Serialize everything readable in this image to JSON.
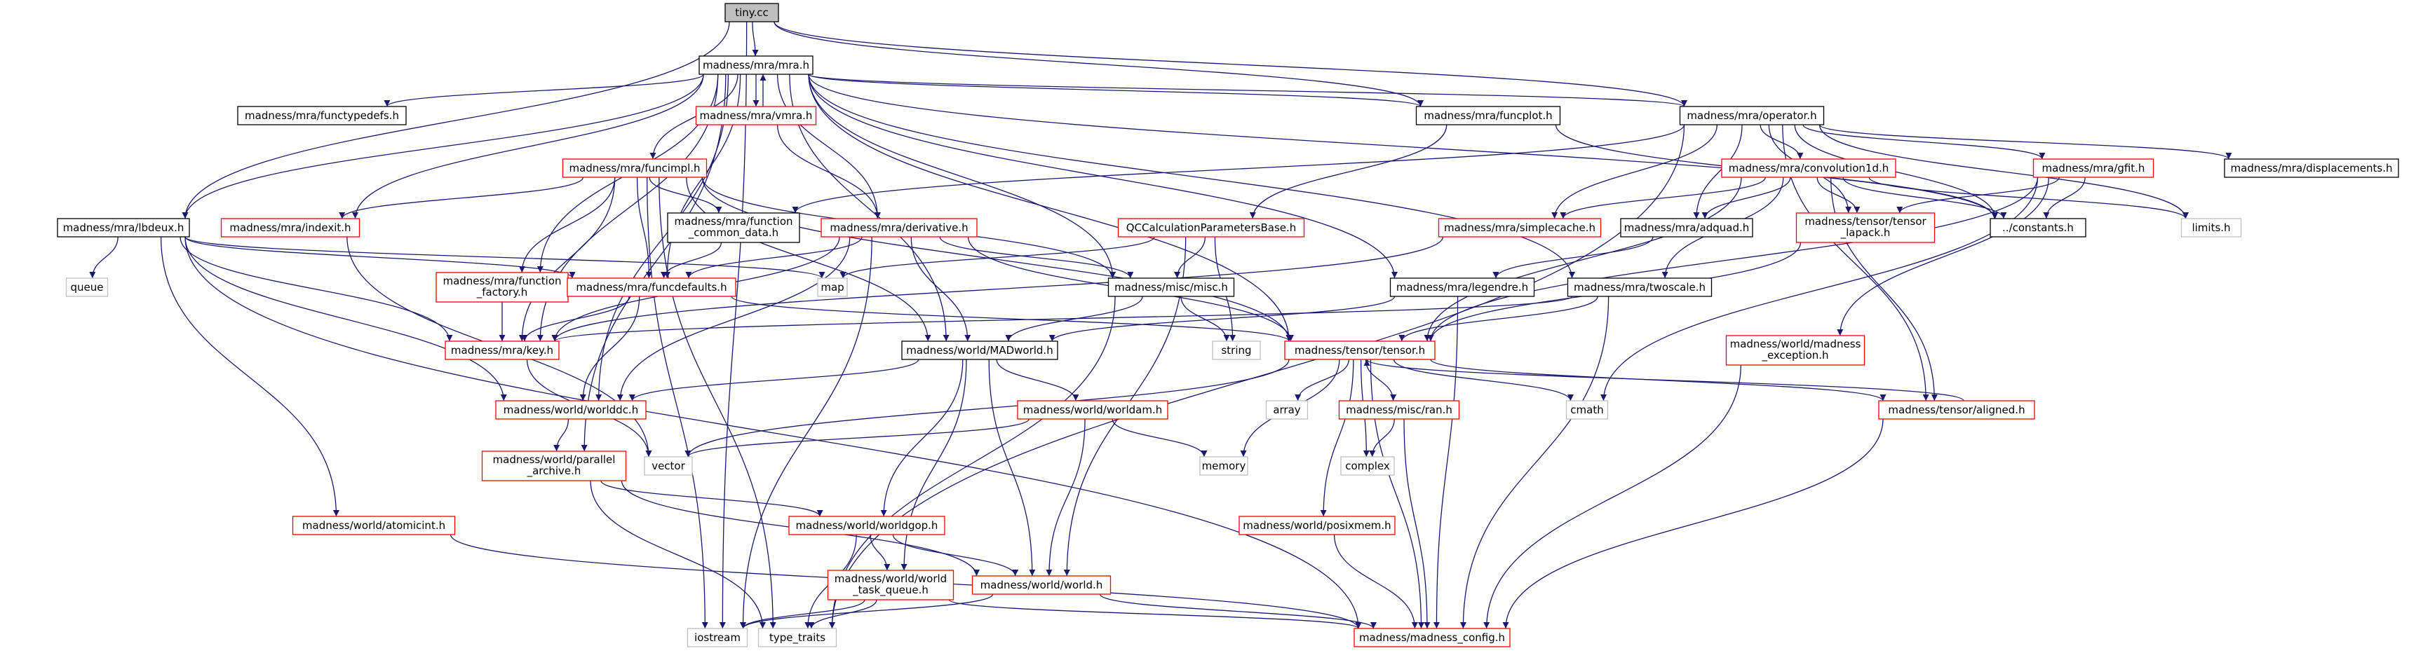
{
  "graph": {
    "root": "tiny.cc",
    "colors": {
      "edge": "#191970",
      "root_fill": "#bfbfbf",
      "root_border": "#000000",
      "black_border": "#000000",
      "red_border": "#ff0000",
      "gray_border": "#bfbfbf",
      "text": "#000000"
    },
    "nodes": [
      {
        "id": "tiny",
        "label": "tiny.cc",
        "border": "root"
      },
      {
        "id": "mra",
        "label": "madness/mra/mra.h",
        "border": "black"
      },
      {
        "id": "functypedefs",
        "label": "madness/mra/functypedefs.h",
        "border": "black"
      },
      {
        "id": "vmra",
        "label": "madness/mra/vmra.h",
        "border": "red"
      },
      {
        "id": "funcplot",
        "label": "madness/mra/funcplot.h",
        "border": "black"
      },
      {
        "id": "operator",
        "label": "madness/mra/operator.h",
        "border": "black"
      },
      {
        "id": "funcimpl",
        "label": "madness/mra/funcimpl.h",
        "border": "red"
      },
      {
        "id": "convolution1d",
        "label": "madness/mra/convolution1d.h",
        "border": "red"
      },
      {
        "id": "gfit",
        "label": "madness/mra/gfit.h",
        "border": "red"
      },
      {
        "id": "displacements",
        "label": "madness/mra/displacements.h",
        "border": "black"
      },
      {
        "id": "mraimpl",
        "label": "madness/mra/lbdeux.h",
        "border": "black"
      },
      {
        "id": "indexit",
        "label": "madness/mra/indexit.h",
        "border": "red"
      },
      {
        "id": "function_common_data",
        "label": [
          "madness/mra/function",
          "_common_data.h"
        ],
        "border": "black"
      },
      {
        "id": "derivative",
        "label": "madness/mra/derivative.h",
        "border": "red"
      },
      {
        "id": "qccalc",
        "label": "QCCalculationParametersBase.h",
        "border": "red"
      },
      {
        "id": "simplecache",
        "label": "madness/mra/simplecache.h",
        "border": "red"
      },
      {
        "id": "adquad",
        "label": "madness/mra/adquad.h",
        "border": "black"
      },
      {
        "id": "tensor_lapack",
        "label": [
          "madness/tensor/tensor",
          "_lapack.h"
        ],
        "border": "red"
      },
      {
        "id": "constants",
        "label": "../constants.h",
        "border": "black"
      },
      {
        "id": "limits",
        "label": "limits.h",
        "border": "gray"
      },
      {
        "id": "queue",
        "label": "queue",
        "border": "gray"
      },
      {
        "id": "function_factory",
        "label": [
          "madness/mra/function",
          "_factory.h"
        ],
        "border": "red"
      },
      {
        "id": "funcdefaults",
        "label": "madness/mra/funcdefaults.h",
        "border": "red"
      },
      {
        "id": "map",
        "label": "map",
        "border": "gray"
      },
      {
        "id": "misc",
        "label": "madness/misc/misc.h",
        "border": "black"
      },
      {
        "id": "legendre",
        "label": "madness/mra/legendre.h",
        "border": "black"
      },
      {
        "id": "twoscale",
        "label": "madness/mra/twoscale.h",
        "border": "black"
      },
      {
        "id": "key",
        "label": "madness/mra/key.h",
        "border": "red"
      },
      {
        "id": "string",
        "label": "string",
        "border": "gray"
      },
      {
        "id": "madworld",
        "label": "madness/world/MADworld.h",
        "border": "black"
      },
      {
        "id": "tensor",
        "label": "madness/tensor/tensor.h",
        "border": "red"
      },
      {
        "id": "madness_exception",
        "label": [
          "madness/world/madness",
          "_exception.h"
        ],
        "border": "red"
      },
      {
        "id": "worlddc",
        "label": "madness/world/worlddc.h",
        "border": "red"
      },
      {
        "id": "worldam",
        "label": "madness/world/worldam.h",
        "border": "red"
      },
      {
        "id": "array",
        "label": "array",
        "border": "gray"
      },
      {
        "id": "ran",
        "label": "madness/misc/ran.h",
        "border": "red"
      },
      {
        "id": "cmath",
        "label": "cmath",
        "border": "gray"
      },
      {
        "id": "aligned",
        "label": "madness/tensor/aligned.h",
        "border": "red"
      },
      {
        "id": "vector",
        "label": "vector",
        "border": "gray"
      },
      {
        "id": "memory",
        "label": "memory",
        "border": "gray"
      },
      {
        "id": "complex",
        "label": "complex",
        "border": "gray"
      },
      {
        "id": "parallel_archive",
        "label": [
          "madness/world/parallel",
          "_archive.h"
        ],
        "border": "red"
      },
      {
        "id": "atomicint",
        "label": "madness/world/atomicint.h",
        "border": "red"
      },
      {
        "id": "worldgop",
        "label": "madness/world/worldgop.h",
        "border": "red"
      },
      {
        "id": "posixmem",
        "label": "madness/world/posixmem.h",
        "border": "red"
      },
      {
        "id": "world_task_queue",
        "label": [
          "madness/world/world",
          "_task_queue.h"
        ],
        "border": "red"
      },
      {
        "id": "world",
        "label": "madness/world/world.h",
        "border": "red"
      },
      {
        "id": "iostream",
        "label": "iostream",
        "border": "gray"
      },
      {
        "id": "type_traits",
        "label": "type_traits",
        "border": "gray"
      },
      {
        "id": "madness_config",
        "label": "madness/madness_config.h",
        "border": "red"
      }
    ],
    "edges": [
      [
        "tiny",
        "mra"
      ],
      [
        "tiny",
        "mraimpl"
      ],
      [
        "tiny",
        "funcplot"
      ],
      [
        "tiny",
        "operator"
      ],
      [
        "tiny",
        "iostream"
      ],
      [
        "mra",
        "functypedefs"
      ],
      [
        "mra",
        "vmra"
      ],
      [
        "mra",
        "funcplot"
      ],
      [
        "mra",
        "operator"
      ],
      [
        "mra",
        "funcimpl"
      ],
      [
        "mra",
        "mraimpl"
      ],
      [
        "mra",
        "indexit"
      ],
      [
        "mra",
        "derivative"
      ],
      [
        "mra",
        "function_factory"
      ],
      [
        "mra",
        "funcdefaults"
      ],
      [
        "mra",
        "misc"
      ],
      [
        "mra",
        "legendre"
      ],
      [
        "mra",
        "twoscale"
      ],
      [
        "mra",
        "key"
      ],
      [
        "mra",
        "madworld"
      ],
      [
        "mra",
        "tensor"
      ],
      [
        "mra",
        "worlddc"
      ],
      [
        "mra",
        "parallel_archive"
      ],
      [
        "mra",
        "constants"
      ],
      [
        "vmra",
        "mra"
      ],
      [
        "vmra",
        "derivative"
      ],
      [
        "funcplot",
        "qccalc"
      ],
      [
        "funcplot",
        "constants"
      ],
      [
        "operator",
        "convolution1d"
      ],
      [
        "operator",
        "gfit"
      ],
      [
        "operator",
        "displacements"
      ],
      [
        "operator",
        "limits"
      ],
      [
        "operator",
        "simplecache"
      ],
      [
        "operator",
        "adquad"
      ],
      [
        "operator",
        "tensor_lapack"
      ],
      [
        "operator",
        "constants"
      ],
      [
        "operator",
        "function_common_data"
      ],
      [
        "operator",
        "aligned"
      ],
      [
        "operator",
        "type_traits"
      ],
      [
        "convolution1d",
        "simplecache"
      ],
      [
        "convolution1d",
        "adquad"
      ],
      [
        "convolution1d",
        "tensor_lapack"
      ],
      [
        "convolution1d",
        "constants"
      ],
      [
        "convolution1d",
        "limits"
      ],
      [
        "convolution1d",
        "twoscale"
      ],
      [
        "convolution1d",
        "tensor"
      ],
      [
        "convolution1d",
        "aligned"
      ],
      [
        "gfit",
        "tensor_lapack"
      ],
      [
        "gfit",
        "constants"
      ],
      [
        "gfit",
        "madness_exception"
      ],
      [
        "gfit",
        "cmath"
      ],
      [
        "gfit",
        "tensor"
      ],
      [
        "funcimpl",
        "indexit"
      ],
      [
        "funcimpl",
        "function_common_data"
      ],
      [
        "funcimpl",
        "function_factory"
      ],
      [
        "funcimpl",
        "funcdefaults"
      ],
      [
        "funcimpl",
        "misc"
      ],
      [
        "funcimpl",
        "key"
      ],
      [
        "funcimpl",
        "madworld"
      ],
      [
        "funcimpl",
        "tensor"
      ],
      [
        "funcimpl",
        "iostream"
      ],
      [
        "funcimpl",
        "type_traits"
      ],
      [
        "mraimpl",
        "queue"
      ],
      [
        "mraimpl",
        "map"
      ],
      [
        "mraimpl",
        "funcdefaults"
      ],
      [
        "mraimpl",
        "key"
      ],
      [
        "mraimpl",
        "worlddc"
      ],
      [
        "mraimpl",
        "atomicint"
      ],
      [
        "mraimpl",
        "madness_config"
      ],
      [
        "indexit",
        "vector"
      ],
      [
        "function_common_data",
        "funcdefaults"
      ],
      [
        "derivative",
        "funcdefaults"
      ],
      [
        "derivative",
        "misc"
      ],
      [
        "derivative",
        "key"
      ],
      [
        "derivative",
        "madworld"
      ],
      [
        "derivative",
        "tensor"
      ],
      [
        "derivative",
        "worlddc"
      ],
      [
        "derivative",
        "iostream"
      ],
      [
        "qccalc",
        "map"
      ],
      [
        "qccalc",
        "misc"
      ],
      [
        "qccalc",
        "string"
      ],
      [
        "qccalc",
        "world"
      ],
      [
        "simplecache",
        "key"
      ],
      [
        "adquad",
        "legendre"
      ],
      [
        "tensor_lapack",
        "tensor"
      ],
      [
        "function_factory",
        "key"
      ],
      [
        "funcdefaults",
        "key"
      ],
      [
        "funcdefaults",
        "tensor"
      ],
      [
        "funcdefaults",
        "worlddc"
      ],
      [
        "misc",
        "string"
      ],
      [
        "misc",
        "madworld"
      ],
      [
        "misc",
        "type_traits"
      ],
      [
        "legendre",
        "madworld"
      ],
      [
        "legendre",
        "madness_config"
      ],
      [
        "twoscale",
        "tensor"
      ],
      [
        "twoscale",
        "key"
      ],
      [
        "twoscale",
        "madness_config"
      ],
      [
        "key",
        "vector"
      ],
      [
        "madworld",
        "worlddc"
      ],
      [
        "madworld",
        "worldam"
      ],
      [
        "madworld",
        "worldgop"
      ],
      [
        "madworld",
        "world_task_queue"
      ],
      [
        "madworld",
        "world"
      ],
      [
        "tensor",
        "array"
      ],
      [
        "tensor",
        "ran"
      ],
      [
        "tensor",
        "cmath"
      ],
      [
        "tensor",
        "aligned"
      ],
      [
        "tensor",
        "vector"
      ],
      [
        "tensor",
        "memory"
      ],
      [
        "tensor",
        "complex"
      ],
      [
        "tensor",
        "posixmem"
      ],
      [
        "tensor",
        "madness_config"
      ],
      [
        "madness_exception",
        "madness_config"
      ],
      [
        "worlddc",
        "parallel_archive"
      ],
      [
        "worldam",
        "vector"
      ],
      [
        "worldam",
        "memory"
      ],
      [
        "worldam",
        "world"
      ],
      [
        "ran",
        "complex"
      ],
      [
        "ran",
        "madness_config"
      ],
      [
        "aligned",
        "tensor"
      ],
      [
        "aligned",
        "madness_config"
      ],
      [
        "parallel_archive",
        "worldgop"
      ],
      [
        "parallel_archive",
        "world"
      ],
      [
        "parallel_archive",
        "type_traits"
      ],
      [
        "atomicint",
        "madness_config"
      ],
      [
        "worldgop",
        "world_task_queue"
      ],
      [
        "worldgop",
        "world"
      ],
      [
        "worldgop",
        "type_traits"
      ],
      [
        "posixmem",
        "madness_config"
      ],
      [
        "world_task_queue",
        "iostream"
      ],
      [
        "world_task_queue",
        "type_traits"
      ],
      [
        "world_task_queue",
        "madness_config"
      ],
      [
        "world",
        "iostream"
      ],
      [
        "world",
        "madness_config"
      ]
    ]
  }
}
